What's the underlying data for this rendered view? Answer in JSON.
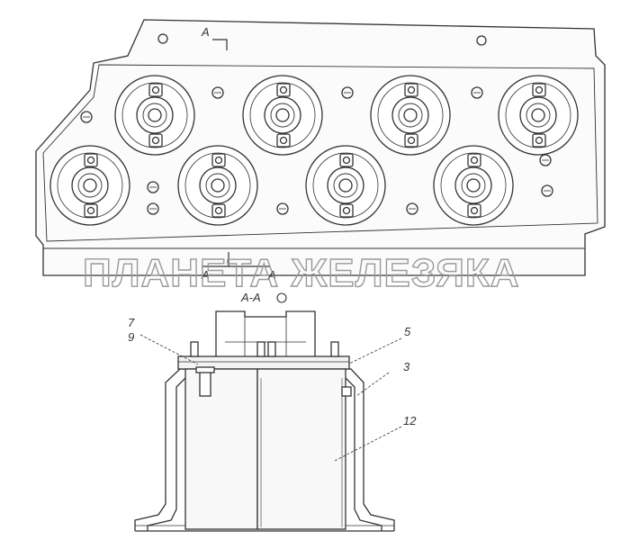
{
  "top_view": {
    "section_marker_top": "A",
    "section_marker_bottom_left": "A",
    "section_marker_bottom_right": "A"
  },
  "section_view": {
    "title": "A-A",
    "callouts": [
      "7",
      "9",
      "5",
      "3",
      "12"
    ]
  },
  "watermark": "ПЛАНЕТА ЖЕЛЕЗЯКА",
  "colors": {
    "line": "#333333",
    "fill": "#f7f7f7",
    "watermark": "#9a9a9a"
  }
}
